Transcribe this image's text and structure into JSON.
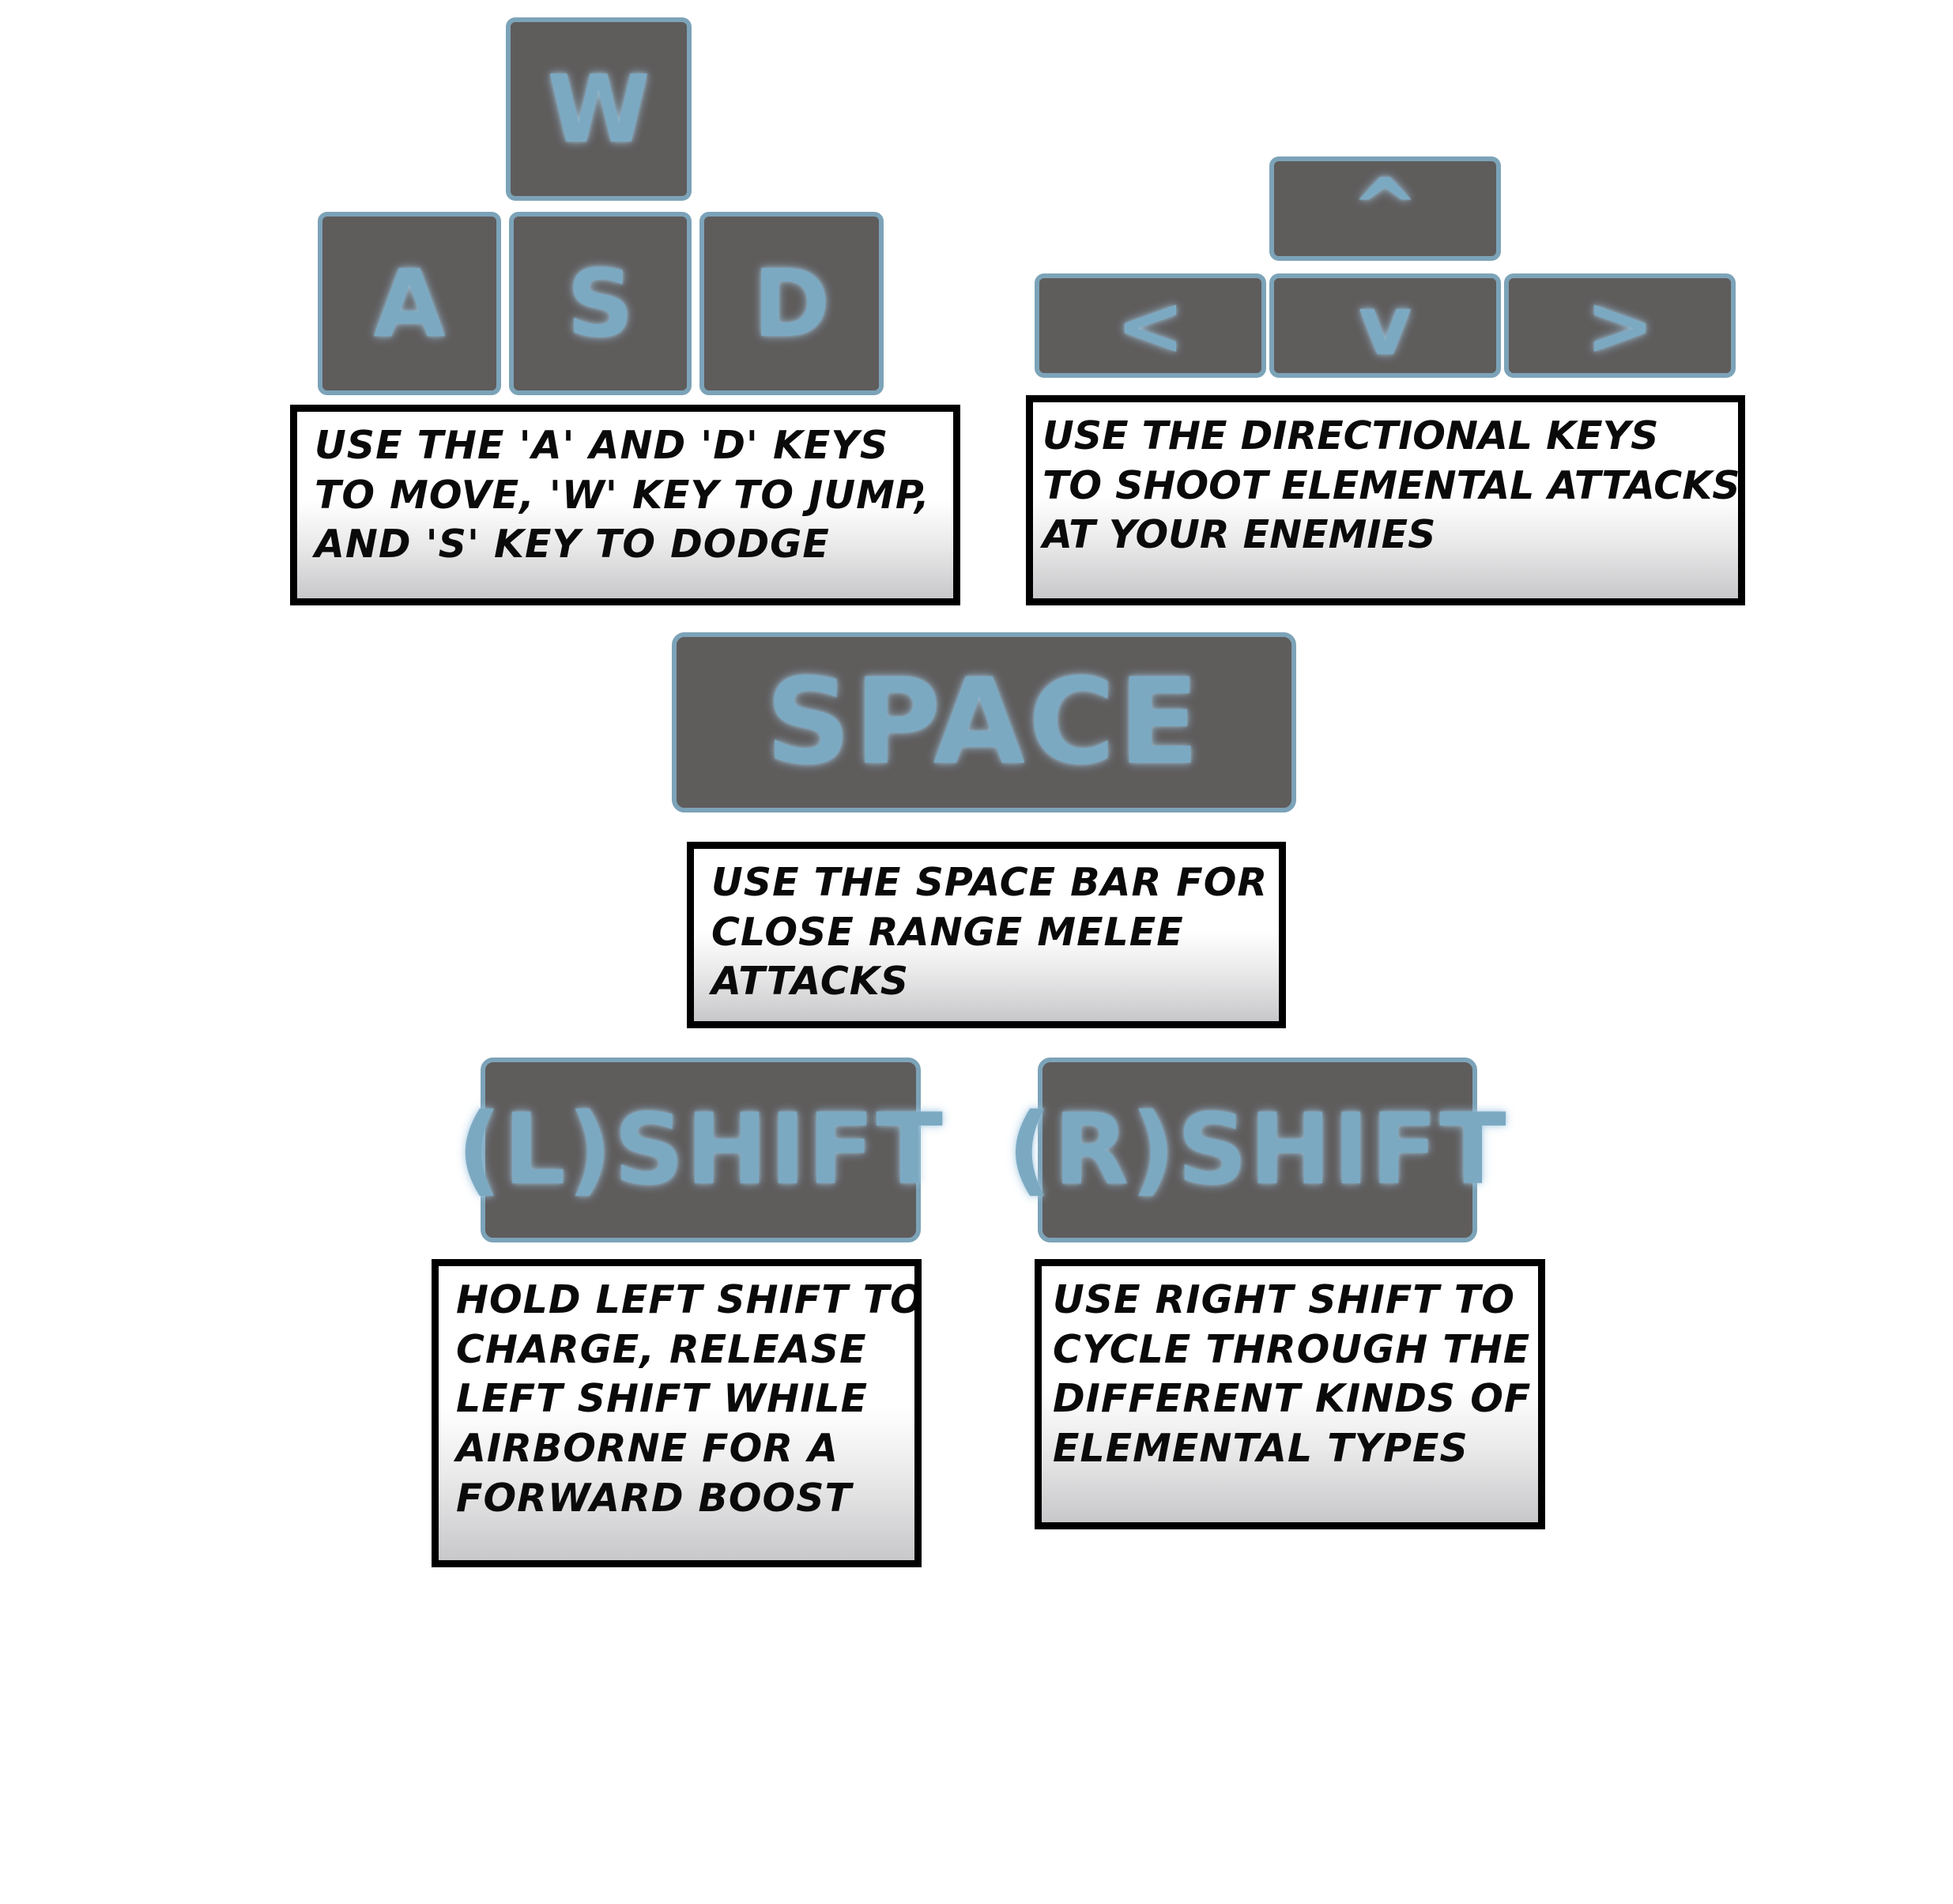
{
  "keys": {
    "w": "W",
    "a": "A",
    "s": "S",
    "d": "D",
    "up": "^",
    "left": "<",
    "down": "v",
    "right": ">",
    "space": "SPACE",
    "lshift": "(L)SHIFT",
    "rshift": "(R)SHIFT"
  },
  "captions": {
    "wasd": [
      "USE THE 'A' AND 'D' KEYS",
      "TO MOVE, 'W' KEY TO JUMP,",
      "AND 'S' KEY TO DODGE"
    ],
    "arrows": [
      "USE THE DIRECTIONAL KEYS",
      "TO SHOOT ELEMENTAL ATTACKS",
      "AT YOUR ENEMIES"
    ],
    "space": [
      "USE THE SPACE BAR FOR",
      "CLOSE RANGE MELEE",
      "ATTACKS"
    ],
    "lshift": [
      "HOLD LEFT SHIFT TO",
      "CHARGE, RELEASE",
      "LEFT SHIFT WHILE",
      "AIRBORNE FOR A",
      "FORWARD BOOST"
    ],
    "rshift": [
      "USE RIGHT SHIFT TO",
      "CYCLE THROUGH THE",
      "DIFFERENT KINDS OF",
      "ELEMENTAL TYPES"
    ]
  },
  "colors": {
    "key_fill": "#5f5c5c",
    "key_border": "#7ca3b8",
    "key_text": "#7ca9c2",
    "caption_border": "#000000"
  }
}
